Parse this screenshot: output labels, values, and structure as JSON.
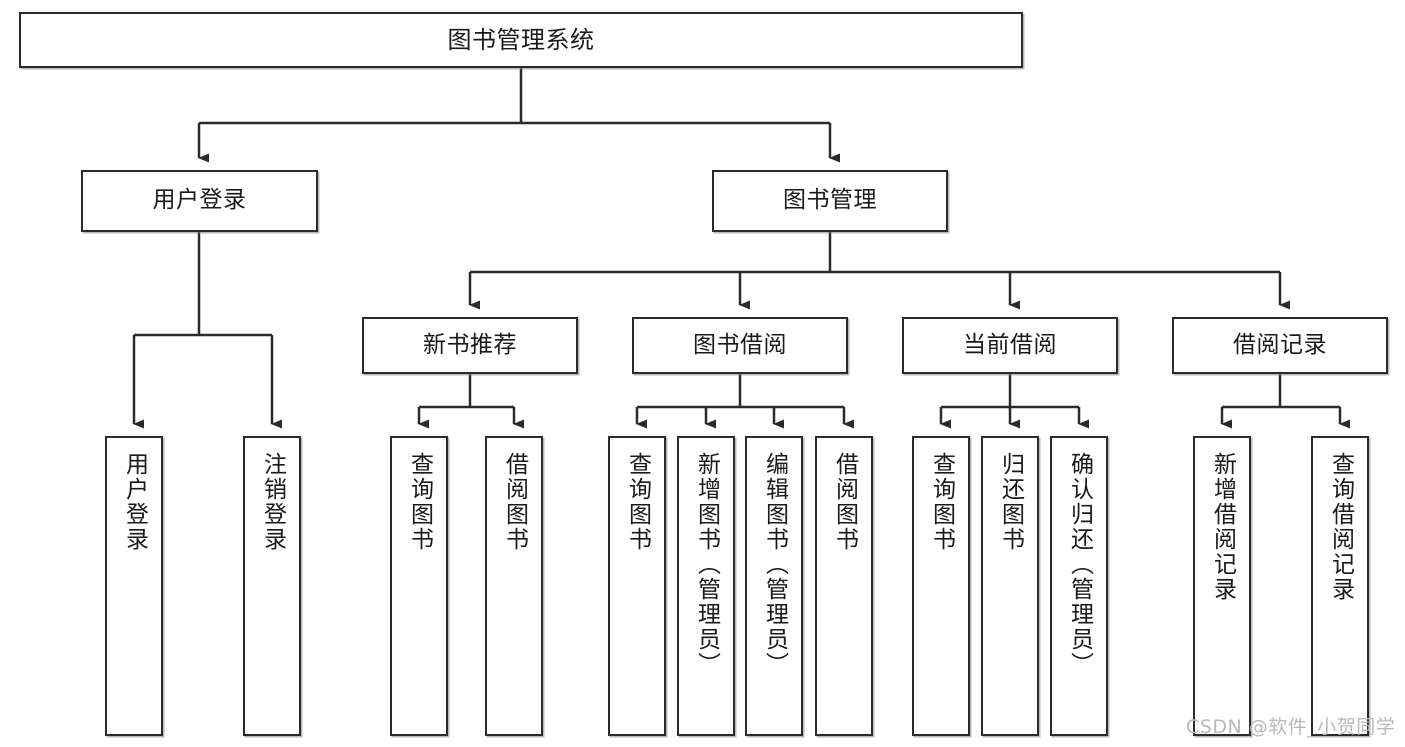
{
  "diagram": {
    "type": "tree-hierarchy-chart",
    "title": "图书管理系统",
    "colors": {
      "box_border": "#2b2b2b",
      "box_fill": "#ffffff",
      "edge": "#2b2b2b",
      "background": "#ffffff",
      "watermark": "#b9b9b9"
    },
    "nodes": {
      "root": {
        "label": "图书管理系统",
        "level": 1,
        "orientation": "horizontal"
      },
      "level2": [
        {
          "id": "user-login",
          "label": "用户登录",
          "orientation": "horizontal"
        },
        {
          "id": "book-manage",
          "label": "图书管理",
          "orientation": "horizontal"
        }
      ],
      "level3": [
        {
          "id": "new-book-recommend",
          "label": "新书推荐",
          "orientation": "horizontal"
        },
        {
          "id": "book-borrow",
          "label": "图书借阅",
          "orientation": "horizontal"
        },
        {
          "id": "current-borrow",
          "label": "当前借阅",
          "orientation": "horizontal"
        },
        {
          "id": "borrow-record",
          "label": "借阅记录",
          "orientation": "horizontal"
        }
      ],
      "leaves": [
        {
          "id": "leaf-user-login",
          "label": "用户登录",
          "parent": "user-login",
          "orientation": "vertical"
        },
        {
          "id": "leaf-logout",
          "label": "注销登录",
          "parent": "user-login",
          "orientation": "vertical"
        },
        {
          "id": "leaf-query-book-1",
          "label": "查询图书",
          "parent": "new-book-recommend",
          "orientation": "vertical"
        },
        {
          "id": "leaf-borrow-book-1",
          "label": "借阅图书",
          "parent": "new-book-recommend",
          "orientation": "vertical"
        },
        {
          "id": "leaf-query-book-2",
          "label": "查询图书",
          "parent": "book-borrow",
          "orientation": "vertical"
        },
        {
          "id": "leaf-add-book",
          "label": "新增图书（管理员）",
          "parent": "book-borrow",
          "orientation": "vertical"
        },
        {
          "id": "leaf-edit-book",
          "label": "编辑图书（管理员）",
          "parent": "book-borrow",
          "orientation": "vertical"
        },
        {
          "id": "leaf-borrow-book-2",
          "label": "借阅图书",
          "parent": "book-borrow",
          "orientation": "vertical"
        },
        {
          "id": "leaf-query-book-3",
          "label": "查询图书",
          "parent": "current-borrow",
          "orientation": "vertical"
        },
        {
          "id": "leaf-return-book",
          "label": "归还图书",
          "parent": "current-borrow",
          "orientation": "vertical"
        },
        {
          "id": "leaf-confirm-return",
          "label": "确认归还（管理员）",
          "parent": "current-borrow",
          "orientation": "vertical"
        },
        {
          "id": "leaf-add-record",
          "label": "新增借阅记录",
          "parent": "borrow-record",
          "orientation": "vertical"
        },
        {
          "id": "leaf-query-record",
          "label": "查询借阅记录",
          "parent": "borrow-record",
          "orientation": "vertical"
        }
      ]
    },
    "watermark": "CSDN @软件_小贺同学"
  }
}
